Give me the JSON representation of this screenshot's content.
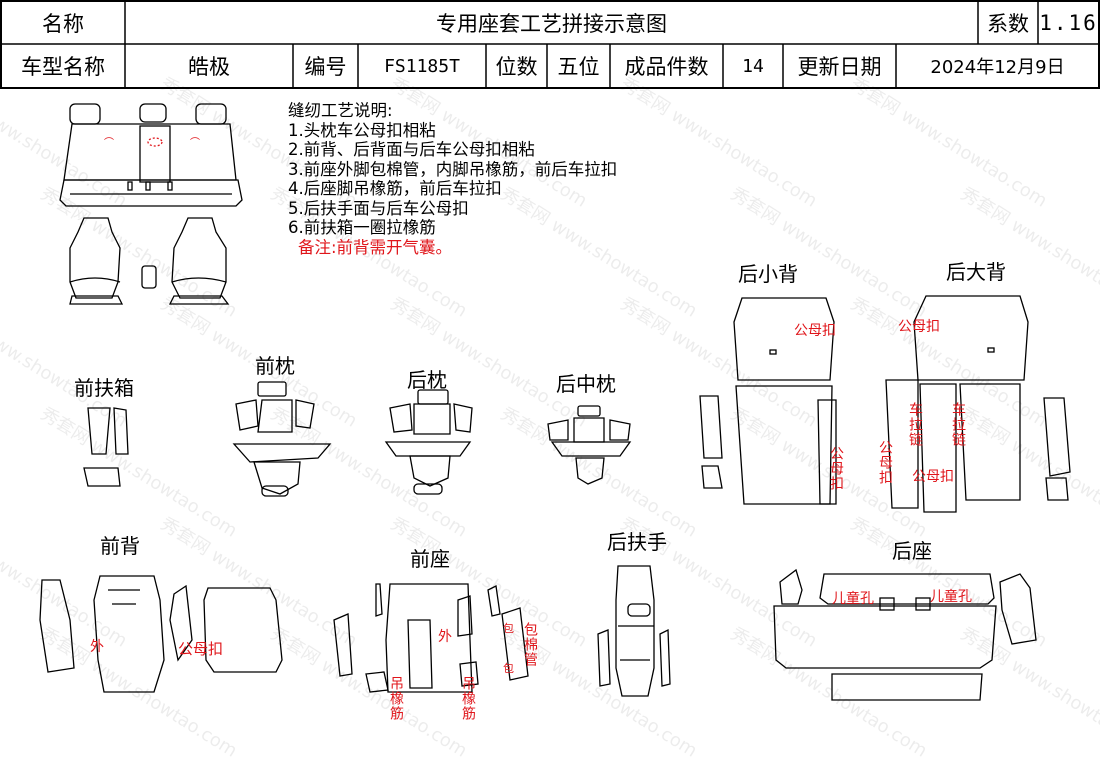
{
  "header": {
    "name_label": "名称",
    "doc_title": "专用座套工艺拼接示意图",
    "coef_label": "系数",
    "coef_value": "1.16",
    "model_label": "车型名称",
    "model_value": "皓极",
    "code_label": "编号",
    "code_value": "FS1185T",
    "seats_label": "位数",
    "seats_value": "五位",
    "pieces_label": "成品件数",
    "pieces_value": "14",
    "update_label": "更新日期",
    "update_value": "2024年12月9日"
  },
  "notes": {
    "title": "缝纫工艺说明:",
    "items": [
      "1.头枕车公母扣相粘",
      "2.前背、后背面与后车公母扣相粘",
      "3.前座外脚包棉管，内脚吊橡筋，前后车拉扣",
      "4.后座脚吊橡筋，前后车拉扣",
      "5.后扶手面与后车公母扣",
      "6.前扶箱一圈拉橡筋"
    ],
    "remark": "备注:前背需开气囊。"
  },
  "parts": {
    "front_armbox": "前扶箱",
    "front_headrest": "前枕",
    "rear_headrest": "后枕",
    "rear_mid_headrest": "后中枕",
    "rear_small_back": "后小背",
    "rear_big_back": "后大背",
    "front_back": "前背",
    "front_seat": "前座",
    "rear_armrest": "后扶手",
    "rear_seat": "后座"
  },
  "annotations": {
    "snap": "公母扣",
    "outer": "外",
    "hang_elastic": "吊橡筋",
    "wrap_pipe": "包棉管",
    "wrap": "包",
    "pull": "车拉链",
    "child_hole": "儿童孔"
  },
  "watermark": {
    "cn": "秀套网",
    "en": "www.showtao.com"
  }
}
